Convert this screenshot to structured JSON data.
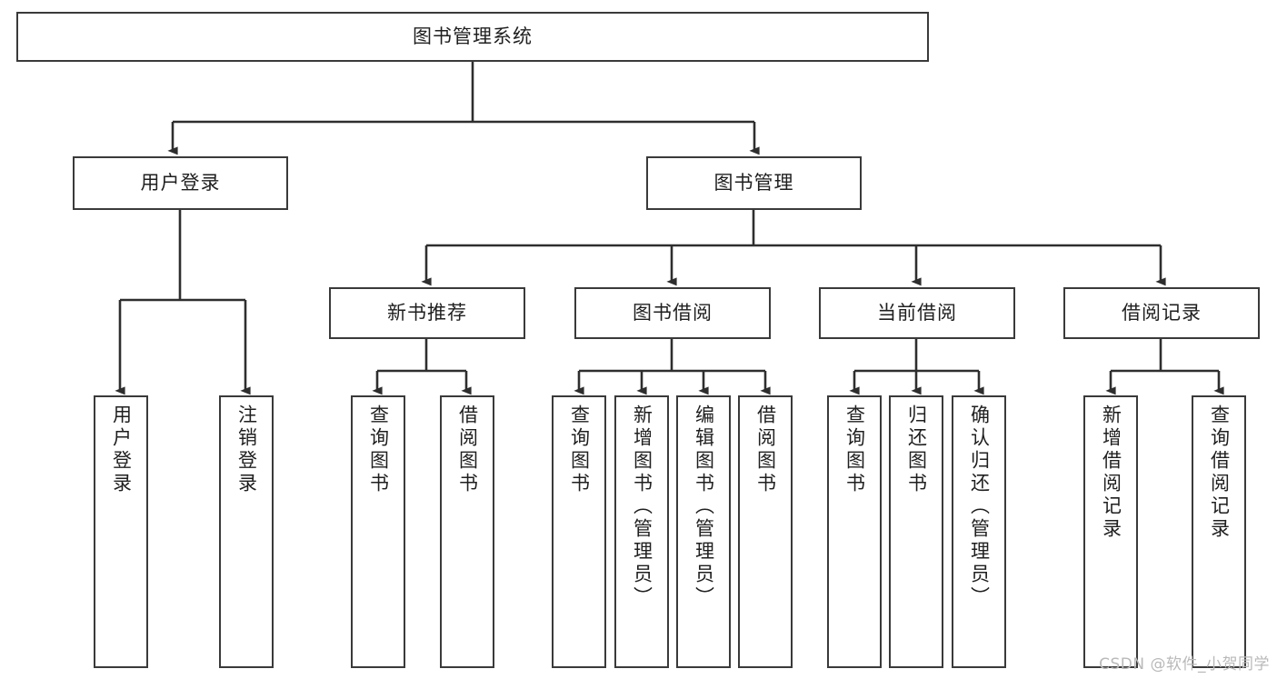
{
  "diagram": {
    "type": "tree",
    "title": "图书管理系统",
    "orientation": "top-down",
    "edge_style": "orthogonal-arrow",
    "colors": {
      "box_border": "#3a3a3a",
      "box_fill": "#ffffff",
      "line": "#2e2e2e",
      "text": "#1f1f1f",
      "watermark": "#b9b9b9",
      "background": "#ffffff"
    }
  },
  "root": {
    "label": "图书管理系统"
  },
  "level2": [
    {
      "label": "用户登录"
    },
    {
      "label": "图书管理"
    }
  ],
  "level3": [
    {
      "label": "新书推荐"
    },
    {
      "label": "图书借阅"
    },
    {
      "label": "当前借阅"
    },
    {
      "label": "借阅记录"
    }
  ],
  "leaves": {
    "user_login": [
      {
        "label": "用户登录"
      },
      {
        "label": "注销登录"
      }
    ],
    "new_book_recommend": [
      {
        "label": "查询图书"
      },
      {
        "label": "借阅图书"
      }
    ],
    "book_borrow": [
      {
        "label": "查询图书"
      },
      {
        "label": "新增图书（管理员）"
      },
      {
        "label": "编辑图书（管理员）"
      },
      {
        "label": "借阅图书"
      }
    ],
    "current_borrow": [
      {
        "label": "查询图书"
      },
      {
        "label": "归还图书"
      },
      {
        "label": "确认归还（管理员）"
      }
    ],
    "borrow_record": [
      {
        "label": "新增借阅记录"
      },
      {
        "label": "查询借阅记录"
      }
    ]
  },
  "watermark": {
    "text": "CSDN @软件_小贺同学"
  }
}
